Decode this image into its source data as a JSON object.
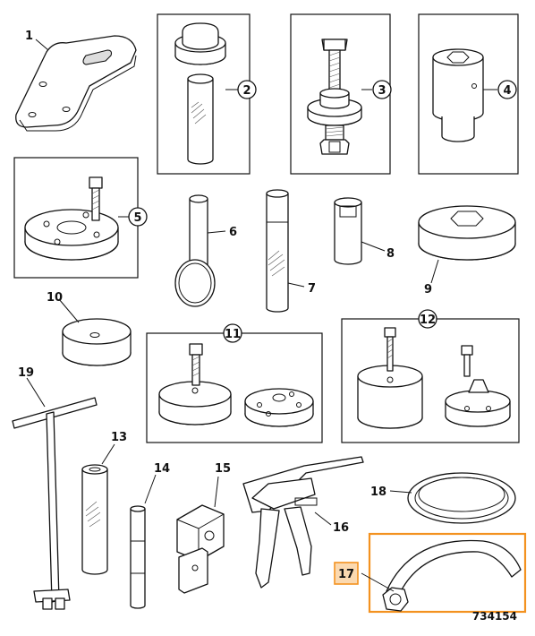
{
  "diagram": {
    "parts": [
      {
        "number": "1"
      },
      {
        "number": "2"
      },
      {
        "number": "3"
      },
      {
        "number": "4"
      },
      {
        "number": "5"
      },
      {
        "number": "6"
      },
      {
        "number": "7"
      },
      {
        "number": "8"
      },
      {
        "number": "9"
      },
      {
        "number": "10"
      },
      {
        "number": "11"
      },
      {
        "number": "12"
      },
      {
        "number": "13"
      },
      {
        "number": "14"
      },
      {
        "number": "15"
      },
      {
        "number": "16"
      },
      {
        "number": "17"
      },
      {
        "number": "18"
      },
      {
        "number": "19"
      }
    ],
    "reference_code": "734154",
    "highlighted_part": "17",
    "colors": {
      "highlight": "#f39220",
      "highlight_fill": "#fbd9b0",
      "line": "#111111"
    }
  }
}
